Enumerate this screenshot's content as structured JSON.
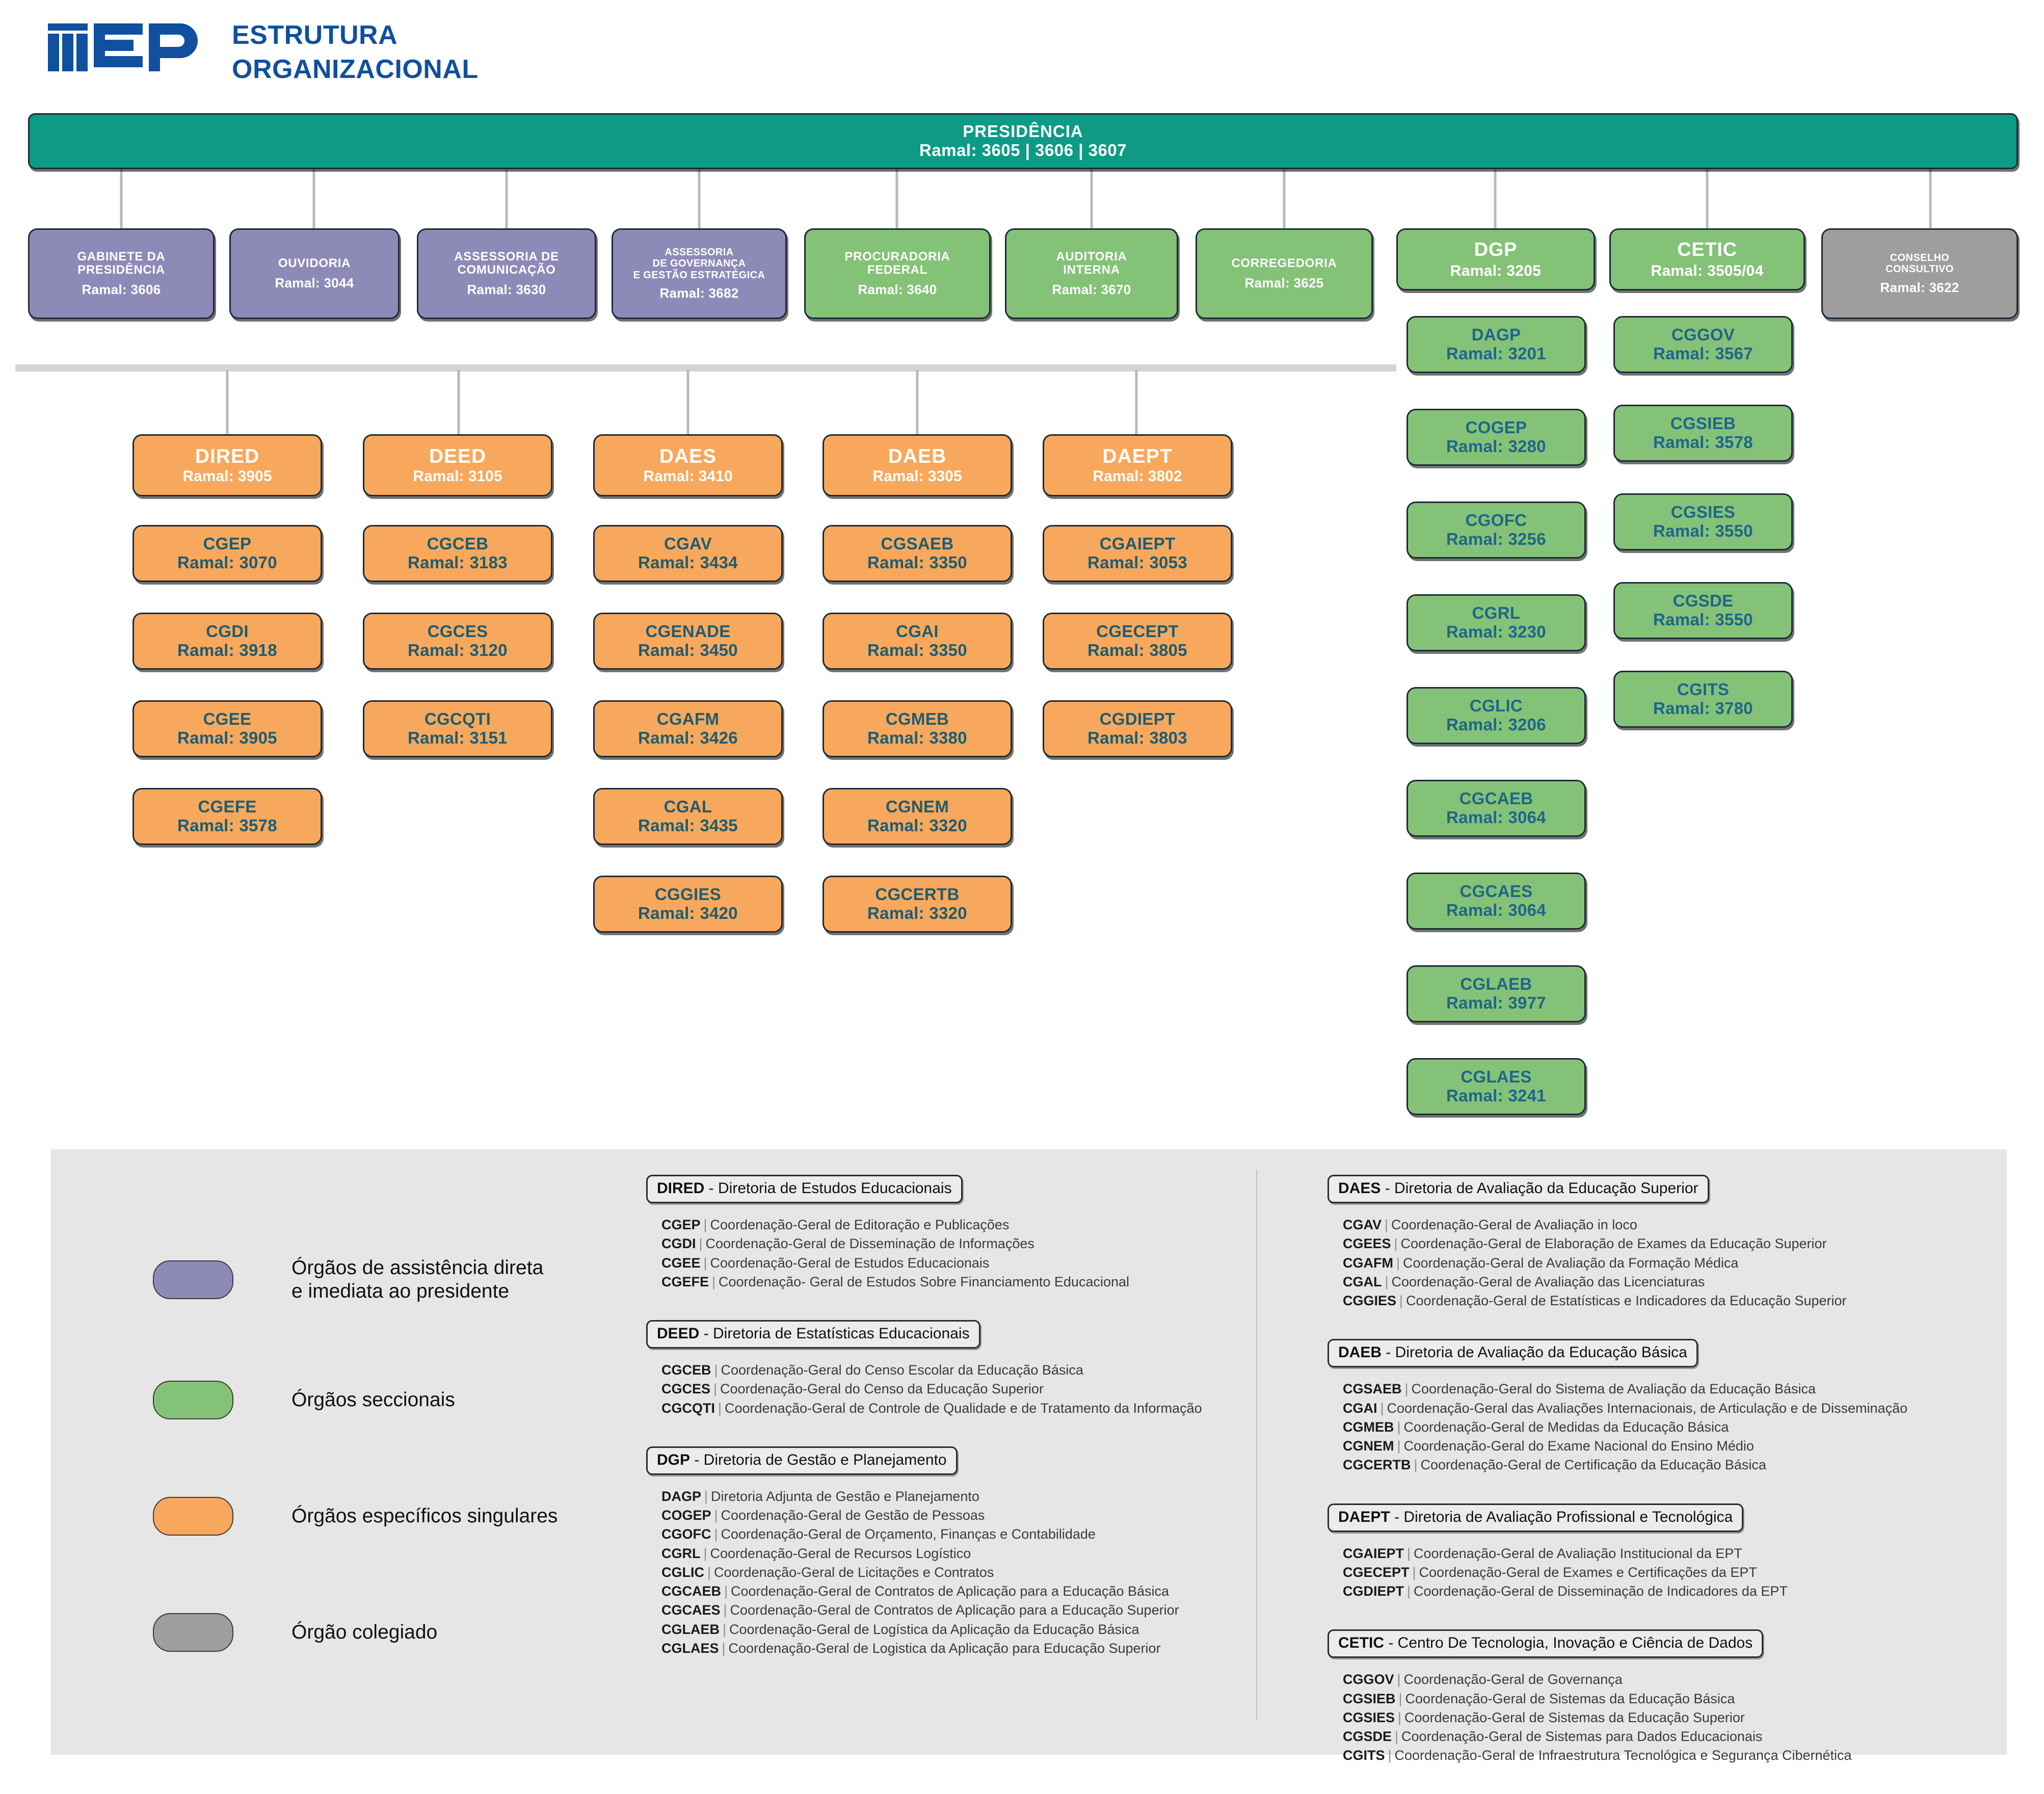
{
  "header": {
    "logo_text": "inep",
    "title_line1": "ESTRUTURA",
    "title_line2": "ORGANIZACIONAL"
  },
  "colors": {
    "presidency": "#0e9b85",
    "purple": "#8e8ab8",
    "green": "#84c278",
    "orange": "#f7a85c",
    "gray": "#9e9e9e",
    "legend_bg": "#e6e6e6",
    "brand_blue": "#10509e",
    "coord_text_orange": "#1f5c70",
    "coord_text_green": "#1f6689"
  },
  "presidency": {
    "name": "PRESIDÊNCIA",
    "ramal": "Ramal: 3605 | 3606 | 3607"
  },
  "level1": [
    {
      "name": "GABINETE DA\nPRESIDÊNCIA",
      "ramal": "Ramal: 3606",
      "type": "purple"
    },
    {
      "name": "OUVIDORIA",
      "ramal": "Ramal: 3044",
      "type": "purple"
    },
    {
      "name": "ASSESSORIA DE\nCOMUNICAÇÃO",
      "ramal": "Ramal: 3630",
      "type": "purple"
    },
    {
      "name": "ASSESSORIA\nDE GOVERNANÇA\nE GESTÃO ESTRATÉGICA",
      "ramal": "Ramal: 3682",
      "type": "purple"
    },
    {
      "name": "PROCURADORIA\nFEDERAL",
      "ramal": "Ramal: 3640",
      "type": "green"
    },
    {
      "name": "AUDITORIA\nINTERNA",
      "ramal": "Ramal: 3670",
      "type": "green"
    },
    {
      "name": "CORREGEDORIA",
      "ramal": "Ramal: 3625",
      "type": "green"
    },
    {
      "name": "DGP",
      "ramal": "Ramal: 3205",
      "type": "green"
    },
    {
      "name": "CETIC",
      "ramal": "Ramal: 3505/04",
      "type": "green"
    },
    {
      "name": "CONSELHO\nCONSULTIVO",
      "ramal": "Ramal: 3622",
      "type": "gray"
    }
  ],
  "directorates": [
    {
      "name": "DIRED",
      "ramal": "Ramal: 3905",
      "children": [
        {
          "name": "CGEP",
          "ramal": "Ramal: 3070"
        },
        {
          "name": "CGDI",
          "ramal": "Ramal: 3918"
        },
        {
          "name": "CGEE",
          "ramal": "Ramal: 3905"
        },
        {
          "name": "CGEFE",
          "ramal": "Ramal: 3578"
        }
      ]
    },
    {
      "name": "DEED",
      "ramal": "Ramal: 3105",
      "children": [
        {
          "name": "CGCEB",
          "ramal": "Ramal: 3183"
        },
        {
          "name": "CGCES",
          "ramal": "Ramal: 3120"
        },
        {
          "name": "CGCQTI",
          "ramal": "Ramal: 3151"
        }
      ]
    },
    {
      "name": "DAES",
      "ramal": "Ramal: 3410",
      "children": [
        {
          "name": "CGAV",
          "ramal": "Ramal: 3434"
        },
        {
          "name": "CGENADE",
          "ramal": "Ramal: 3450"
        },
        {
          "name": "CGAFM",
          "ramal": "Ramal: 3426"
        },
        {
          "name": "CGAL",
          "ramal": "Ramal: 3435"
        },
        {
          "name": "CGGIES",
          "ramal": "Ramal: 3420"
        }
      ]
    },
    {
      "name": "DAEB",
      "ramal": "Ramal: 3305",
      "children": [
        {
          "name": "CGSAEB",
          "ramal": "Ramal: 3350"
        },
        {
          "name": "CGAI",
          "ramal": "Ramal: 3350"
        },
        {
          "name": "CGMEB",
          "ramal": "Ramal: 3380"
        },
        {
          "name": "CGNEM",
          "ramal": "Ramal: 3320"
        },
        {
          "name": "CGCERTB",
          "ramal": "Ramal: 3320"
        }
      ]
    },
    {
      "name": "DAEPT",
      "ramal": "Ramal: 3802",
      "children": [
        {
          "name": "CGAIEPT",
          "ramal": "Ramal: 3053"
        },
        {
          "name": "CGECEPT",
          "ramal": "Ramal: 3805"
        },
        {
          "name": "CGDIEPT",
          "ramal": "Ramal: 3803"
        }
      ]
    }
  ],
  "dgp_children": [
    {
      "name": "DAGP",
      "ramal": "Ramal: 3201"
    },
    {
      "name": "COGEP",
      "ramal": "Ramal: 3280"
    },
    {
      "name": "CGOFC",
      "ramal": "Ramal: 3256"
    },
    {
      "name": "CGRL",
      "ramal": "Ramal: 3230"
    },
    {
      "name": "CGLIC",
      "ramal": "Ramal: 3206"
    },
    {
      "name": "CGCAEB",
      "ramal": "Ramal: 3064"
    },
    {
      "name": "CGCAES",
      "ramal": "Ramal: 3064"
    },
    {
      "name": "CGLAEB",
      "ramal": "Ramal: 3977"
    },
    {
      "name": "CGLAES",
      "ramal": "Ramal: 3241"
    }
  ],
  "cetic_children": [
    {
      "name": "CGGOV",
      "ramal": "Ramal: 3567"
    },
    {
      "name": "CGSIEB",
      "ramal": "Ramal: 3578"
    },
    {
      "name": "CGSIES",
      "ramal": "Ramal: 3550"
    },
    {
      "name": "CGSDE",
      "ramal": "Ramal: 3550"
    },
    {
      "name": "CGITS",
      "ramal": "Ramal: 3780"
    }
  ],
  "legend_keys": [
    {
      "color": "#8e8ab8",
      "label": "Órgãos de assistência direta\ne imediata ao presidente"
    },
    {
      "color": "#84c278",
      "label": "Órgãos seccionais"
    },
    {
      "color": "#f7a85c",
      "label": "Órgãos específicos singulares"
    },
    {
      "color": "#9e9e9e",
      "label": "Órgão colegiado"
    }
  ],
  "legend_sections_left": [
    {
      "abbr": "DIRED",
      "title": " - Diretoria de Estudos Educacionais",
      "items": [
        {
          "abbr": "CGEP",
          "desc": "Coordenação-Geral de Editoração e Publicações"
        },
        {
          "abbr": "CGDI",
          "desc": "Coordenação-Geral de Disseminação de Informações"
        },
        {
          "abbr": "CGEE",
          "desc": "Coordenação-Geral de Estudos Educacionais"
        },
        {
          "abbr": "CGEFE",
          "desc": "Coordenação- Geral de Estudos Sobre Financiamento  Educacional"
        }
      ]
    },
    {
      "abbr": "DEED",
      "title": " - Diretoria de Estatísticas Educacionais",
      "items": [
        {
          "abbr": "CGCEB",
          "desc": "Coordenação-Geral do Censo Escolar da Educação Básica"
        },
        {
          "abbr": "CGCES",
          "desc": "Coordenação-Geral do Censo da Educação Superior"
        },
        {
          "abbr": "CGCQTI",
          "desc": "Coordenação-Geral de Controle de Qualidade e de Tratamento da Informação"
        }
      ]
    },
    {
      "abbr": "DGP",
      "title": " - Diretoria de Gestão e Planejamento",
      "items": [
        {
          "abbr": "DAGP",
          "desc": "Diretoria Adjunta de Gestão e Planejamento"
        },
        {
          "abbr": "COGEP",
          "desc": "Coordenação-Geral de Gestão de Pessoas"
        },
        {
          "abbr": "CGOFC",
          "desc": "Coordenação-Geral de Orçamento, Finanças e Contabilidade"
        },
        {
          "abbr": "CGRL",
          "desc": "Coordenação-Geral de Recursos Logístico"
        },
        {
          "abbr": "CGLIC",
          "desc": "Coordenação-Geral de Licitações e Contratos"
        },
        {
          "abbr": "CGCAEB",
          "desc": "Coordenação-Geral de Contratos de Aplicação para a Educação Básica"
        },
        {
          "abbr": "CGCAES",
          "desc": "Coordenação-Geral de Contratos de Aplicação para a Educação Superior"
        },
        {
          "abbr": "CGLAEB",
          "desc": "Coordenação-Geral de Logística da Aplicação da Educação Básica"
        },
        {
          "abbr": "CGLAES",
          "desc": "Coordenação-Geral de Logistica da Aplicação para Educação Superior"
        }
      ]
    }
  ],
  "legend_sections_right": [
    {
      "abbr": "DAES",
      "title": " - Diretoria de Avaliação da Educação Superior",
      "items": [
        {
          "abbr": "CGAV",
          "desc": "Coordenação-Geral de Avaliação in loco"
        },
        {
          "abbr": "CGEES",
          "desc": "Coordenação-Geral de Elaboração de Exames da Educação Superior"
        },
        {
          "abbr": "CGAFM",
          "desc": "Coordenação-Geral de Avaliação da Formação Médica"
        },
        {
          "abbr": "CGAL",
          "desc": "Coordenação-Geral de Avaliação das Licenciaturas"
        },
        {
          "abbr": "CGGIES",
          "desc": "Coordenação-Geral de Estatísticas e Indicadores da Educação Superior"
        }
      ]
    },
    {
      "abbr": "DAEB",
      "title": " - Diretoria de Avaliação da Educação Básica",
      "items": [
        {
          "abbr": "CGSAEB",
          "desc": "Coordenação-Geral do Sistema de Avaliação da Educação Básica"
        },
        {
          "abbr": "CGAI",
          "desc": "Coordenação-Geral das Avaliações Internacionais, de Articulação e de Disseminação"
        },
        {
          "abbr": "CGMEB",
          "desc": "Coordenação-Geral de Medidas da Educação Básica"
        },
        {
          "abbr": "CGNEM",
          "desc": "Coordenação-Geral do Exame Nacional do Ensino Médio"
        },
        {
          "abbr": "CGCERTB",
          "desc": "Coordenação-Geral de Certificação da Educação Básica"
        }
      ]
    },
    {
      "abbr": "DAEPT",
      "title": " - Diretoria de Avaliação Profissional e Tecnológica",
      "items": [
        {
          "abbr": "CGAIEPT",
          "desc": "Coordenação-Geral de Avaliação Institucional da EPT"
        },
        {
          "abbr": "CGECEPT",
          "desc": "Coordenação-Geral de Exames e Certificações da EPT"
        },
        {
          "abbr": "CGDIEPT",
          "desc": "Coordenação-Geral de Disseminação de Indicadores da EPT"
        }
      ]
    },
    {
      "abbr": "CETIC",
      "title": " - Centro De Tecnologia, Inovação e Ciência de Dados",
      "items": [
        {
          "abbr": "CGGOV",
          "desc": "Coordenação-Geral de Governança"
        },
        {
          "abbr": "CGSIEB",
          "desc": "Coordenação-Geral de Sistemas da Educação Básica"
        },
        {
          "abbr": "CGSIES",
          "desc": "Coordenação-Geral de Sistemas da Educação Superior"
        },
        {
          "abbr": "CGSDE",
          "desc": "Coordenação-Geral de Sistemas para Dados Educacionais"
        },
        {
          "abbr": "CGITS",
          "desc": "Coordenação-Geral de Infraestrutura Tecnológica e Segurança Cibernética"
        }
      ]
    }
  ]
}
